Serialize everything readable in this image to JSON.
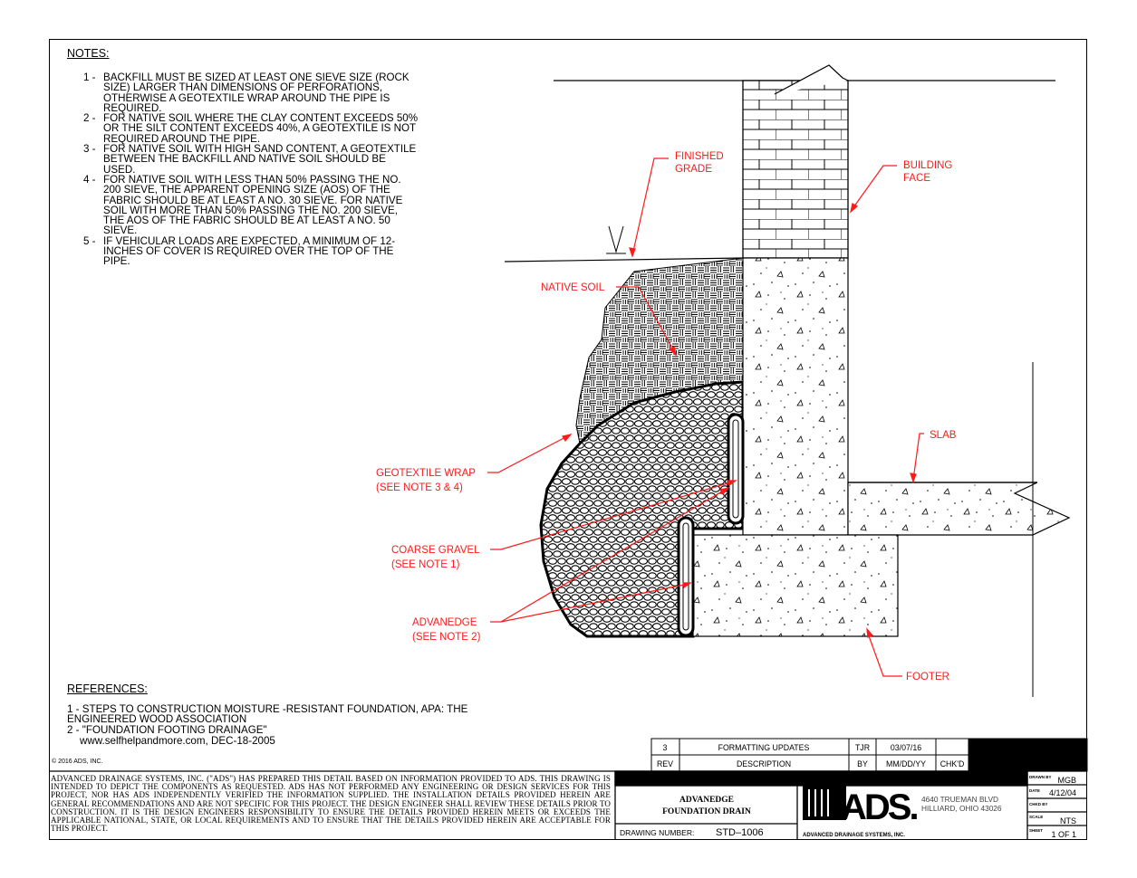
{
  "notes": {
    "title": "NOTES:",
    "items": [
      {
        "num": "1 -",
        "text": "BACKFILL MUST BE SIZED AT LEAST ONE SIEVE SIZE (ROCK SIZE) LARGER THAN DIMENSIONS OF PERFORATIONS, OTHERWISE A GEOTEXTILE WRAP AROUND THE PIPE IS REQUIRED."
      },
      {
        "num": "2 -",
        "text": "FOR NATIVE SOIL WHERE THE CLAY CONTENT EXCEEDS 50% OR THE SILT CONTENT EXCEEDS 40%, A GEOTEXTILE IS NOT REQUIRED AROUND THE PIPE."
      },
      {
        "num": "3 -",
        "text": "FOR NATIVE SOIL WITH HIGH SAND CONTENT, A GEOTEXTILE BETWEEN THE BACKFILL AND NATIVE SOIL SHOULD BE USED."
      },
      {
        "num": "4 -",
        "text": "FOR NATIVE SOIL WITH LESS THAN 50% PASSING THE NO. 200 SIEVE, THE APPARENT OPENING SIZE (AOS) OF THE FABRIC SHOULD BE AT LEAST A NO. 30 SIEVE. FOR NATIVE SOIL WITH MORE THAN 50% PASSING THE NO. 200 SIEVE, THE AOS OF THE FABRIC SHOULD BE AT LEAST A NO. 50 SIEVE."
      },
      {
        "num": "5 -",
        "text": "IF VEHICULAR LOADS ARE EXPECTED, A MINIMUM OF 12-INCHES OF COVER IS REQUIRED OVER THE TOP OF THE PIPE."
      }
    ]
  },
  "references": {
    "title": "REFERENCES:",
    "items": [
      "1 - STEPS TO CONSTRUCTION MOISTURE -RESISTANT FOUNDATION, APA: THE ENGINEERED WOOD ASSOCIATION",
      "2 - \"FOUNDATION FOOTING DRAINAGE\"",
      "www.selfhelpandmore.com, DEC-18-2005"
    ]
  },
  "copyright": "© 2016 ADS, INC.",
  "disclaimer": "ADVANCED DRAINAGE SYSTEMS, INC. (\"ADS\") HAS PREPARED THIS DETAIL BASED ON INFORMATION PROVIDED TO ADS. THIS DRAWING IS INTENDED TO DEPICT THE COMPONENTS AS REQUESTED. ADS HAS NOT PERFORMED ANY ENGINEERING OR DESIGN SERVICES FOR THIS PROJECT, NOR HAS ADS INDEPENDENTLY VERIFIED THE INFORMATION SUPPLIED. THE INSTALLATION DETAILS PROVIDED HEREIN ARE GENERAL RECOMMENDATIONS AND ARE NOT SPECIFIC FOR THIS PROJECT. THE DESIGN ENGINEER SHALL REVIEW THESE DETAILS PRIOR TO CONSTRUCTION. IT IS THE DESIGN ENGINEERS RESPONSIBILITY TO ENSURE THE DETAILS PROVIDED HEREIN MEETS OR EXCEEDS THE APPLICABLE NATIONAL, STATE, OR LOCAL REQUIREMENTS AND TO ENSURE THAT THE DETAILS PROVIDED HEREIN ARE ACCEPTABLE FOR THIS PROJECT.",
  "callouts": {
    "finished_grade_1": "FINISHED",
    "finished_grade_2": "GRADE",
    "building_face_1": "BUILDING",
    "building_face_2": "FACE",
    "native_soil": "NATIVE SOIL",
    "slab": "SLAB",
    "geotextile_1": "GEOTEXTILE WRAP",
    "geotextile_2": "(SEE NOTE 3 & 4)",
    "gravel_1": "COARSE GRAVEL",
    "gravel_2": "(SEE NOTE 1)",
    "advanedge_1": "ADVANEDGE",
    "advanedge_2": "(SEE NOTE 2)",
    "footer": "FOOTER",
    "color": "#ff1a1a"
  },
  "revision": {
    "rev": "3",
    "description": "FORMATTING UPDATES",
    "by": "TJR",
    "date": "03/07/16",
    "chkd": "",
    "headers": {
      "rev": "REV",
      "description": "DESCRIPTION",
      "by": "BY",
      "date": "MM/DD/YY",
      "chkd": "CHK'D"
    }
  },
  "title_block": {
    "title_1": "ADVANEDGE",
    "title_2": "FOUNDATION DRAIN",
    "drawing_number_label": "DRAWING NUMBER:",
    "drawing_number": "STD–1006",
    "logo_text": "ADS.",
    "logo_sub": "ADVANCED DRAINAGE SYSTEMS, INC.",
    "address_1": "4640 TRUEMAN BLVD",
    "address_2": "HILLIARD, OHIO 43026",
    "drawn_by_label": "DRAWN BY",
    "drawn_by": "MGB",
    "date_label": "DATE",
    "date": "4/12/04",
    "chkd_by_label": "CHKD BY",
    "chkd_by": "",
    "scale_label": "SCALE",
    "scale": "NTS",
    "sheet_label": "SHEET",
    "sheet": "1 OF 1"
  }
}
